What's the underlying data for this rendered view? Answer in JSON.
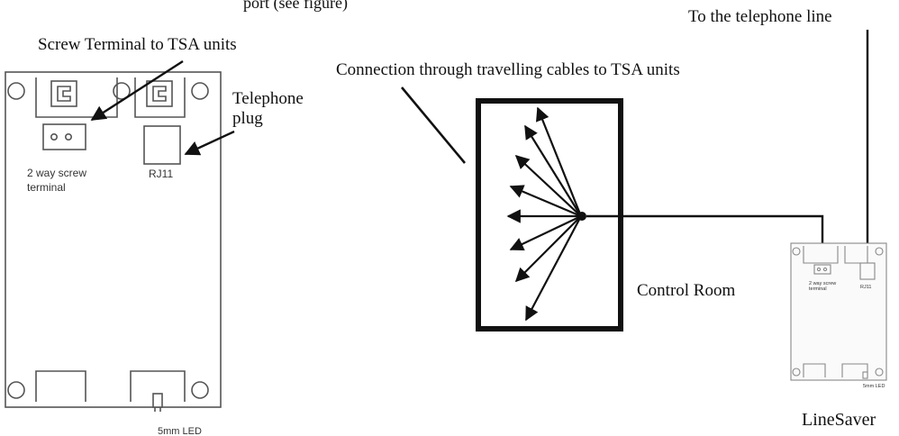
{
  "labels": {
    "top_cut": "port (see figure)",
    "screw_terminal": "Screw Terminal to TSA units",
    "telephone_plug_1": "Telephone",
    "telephone_plug_2": "plug",
    "connection": "Connection through  travelling cables to TSA units",
    "telephone_line": "To the telephone line",
    "control_room": "Control Room",
    "linesaver": "LineSaver"
  },
  "board": {
    "terminal_1": "2 way screw",
    "terminal_2": "terminal",
    "rj11": "RJ11",
    "led": "5mm LED"
  },
  "small_board": {
    "terminal_1": "2 way screw",
    "terminal_2": "terminal",
    "rj11": "RJ11",
    "led": "5mm LED"
  }
}
